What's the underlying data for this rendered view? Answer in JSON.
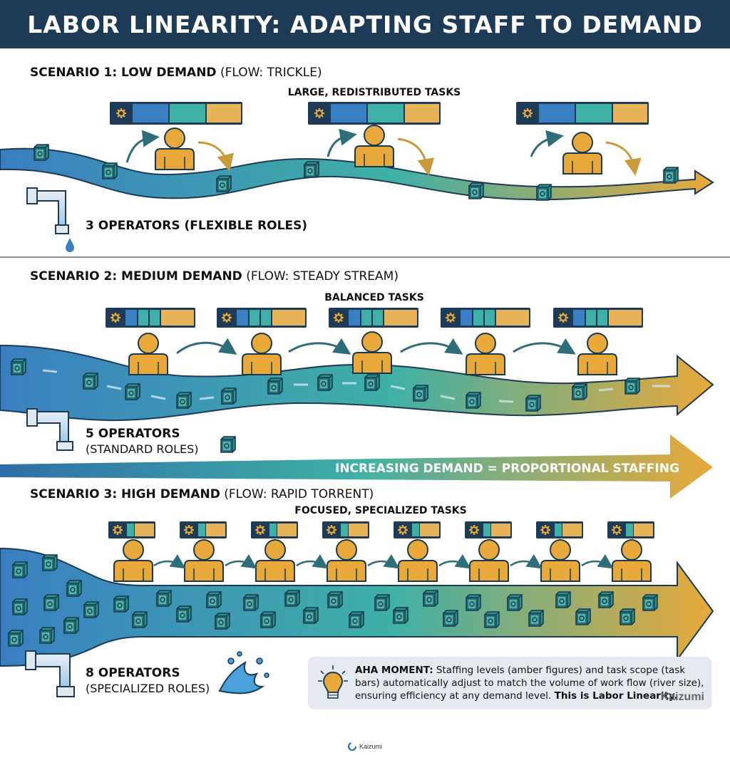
{
  "title": "LABOR LINEARITY: ADAPTING STAFF TO DEMAND",
  "scenario1": {
    "label_bold": "SCENARIO 1: LOW DEMAND",
    "label_rest": " (FLOW: TRICKLE)",
    "task_label": "LARGE, REDISTRIBUTED TASKS",
    "operators_label": "3 OPERATORS (FLEXIBLE ROLES)",
    "operator_count": 3
  },
  "scenario2": {
    "label_bold": "SCENARIO 2: MEDIUM DEMAND",
    "label_rest": " (FLOW: STEADY STREAM)",
    "task_label": "BALANCED TASKS",
    "operators_label": "5 OPERATORS",
    "operators_sub": "(STANDARD ROLES)",
    "operator_count": 5
  },
  "demand_arrow": "INCREASING DEMAND = PROPORTIONAL STAFFING",
  "scenario3": {
    "label_bold": "SCENARIO 3: HIGH DEMAND",
    "label_rest": " (FLOW: RAPID TORRENT)",
    "task_label": "FOCUSED, SPECIALIZED TASKS",
    "operators_label": "8 OPERATORS",
    "operators_sub": "(SPECIALIZED ROLES)",
    "operator_count": 8
  },
  "aha": {
    "lead": "AHA MOMENT:",
    "body": " Staffing levels (amber figures) and task scope (task bars) automatically adjust to match the volume of work flow (river size), ensuring efficiency at any demand level. ",
    "closing": "This is Labor Linearity.",
    "watermark": "Kaizumi"
  },
  "footer_brand": "Kaizumi",
  "colors": {
    "header": "#1d3a56",
    "amber": "#e8a93a",
    "blue": "#3a7fc1",
    "teal": "#3fb0a6",
    "gold": "#e8b45a",
    "dark": "#1d3a56"
  },
  "icons": [
    "gear-icon",
    "pipe-icon",
    "droplet-icon",
    "splash-icon",
    "lightbulb-icon",
    "person-icon",
    "box-icon"
  ]
}
